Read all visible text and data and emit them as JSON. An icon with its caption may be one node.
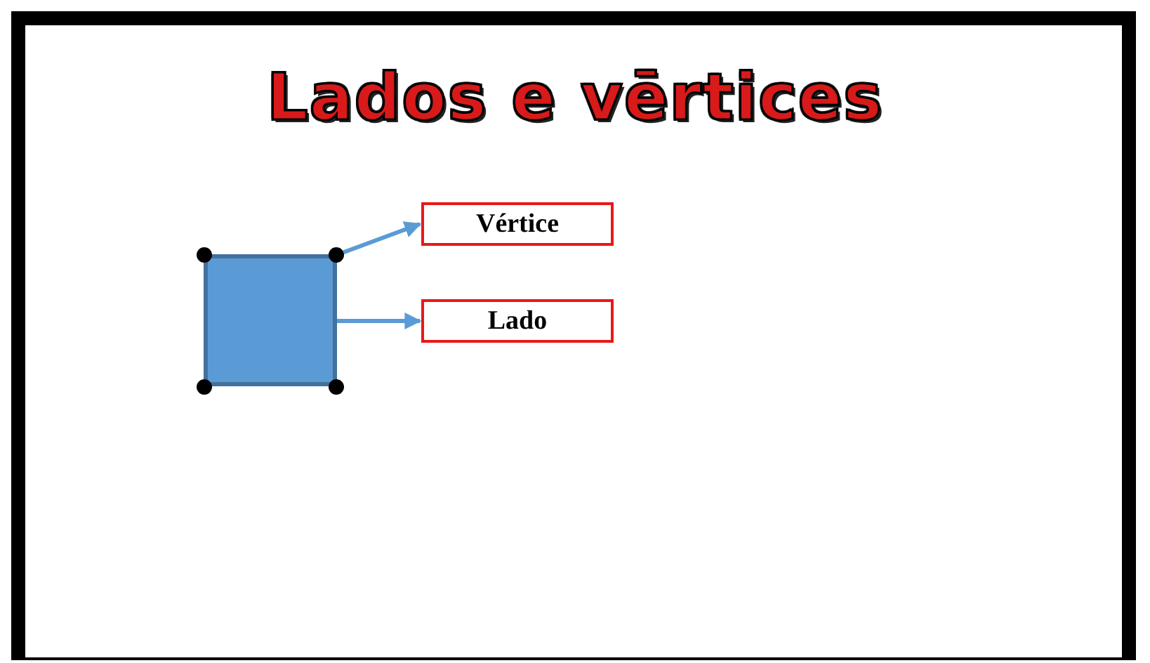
{
  "diagram": {
    "title": "Lados e vērtices",
    "nodes": [
      {
        "text": [],
        "shape": "box"
      },
      {
        "text": [
          "Vértice"
        ]
      },
      {
        "text": [
          "Lado"
        ]
      },
      {
        "text": [],
        "shape": "circle"
      },
      {
        "text": [],
        "shape": "circle"
      },
      {
        "text": [],
        "shape": "circle"
      },
      {
        "text": [],
        "shape": "circle"
      }
    ],
    "edges": [
      {
        "from": 3,
        "to": 1,
        "arrow": "to"
      },
      {
        "from": 0,
        "to": 2,
        "arrow": "to"
      }
    ]
  }
}
